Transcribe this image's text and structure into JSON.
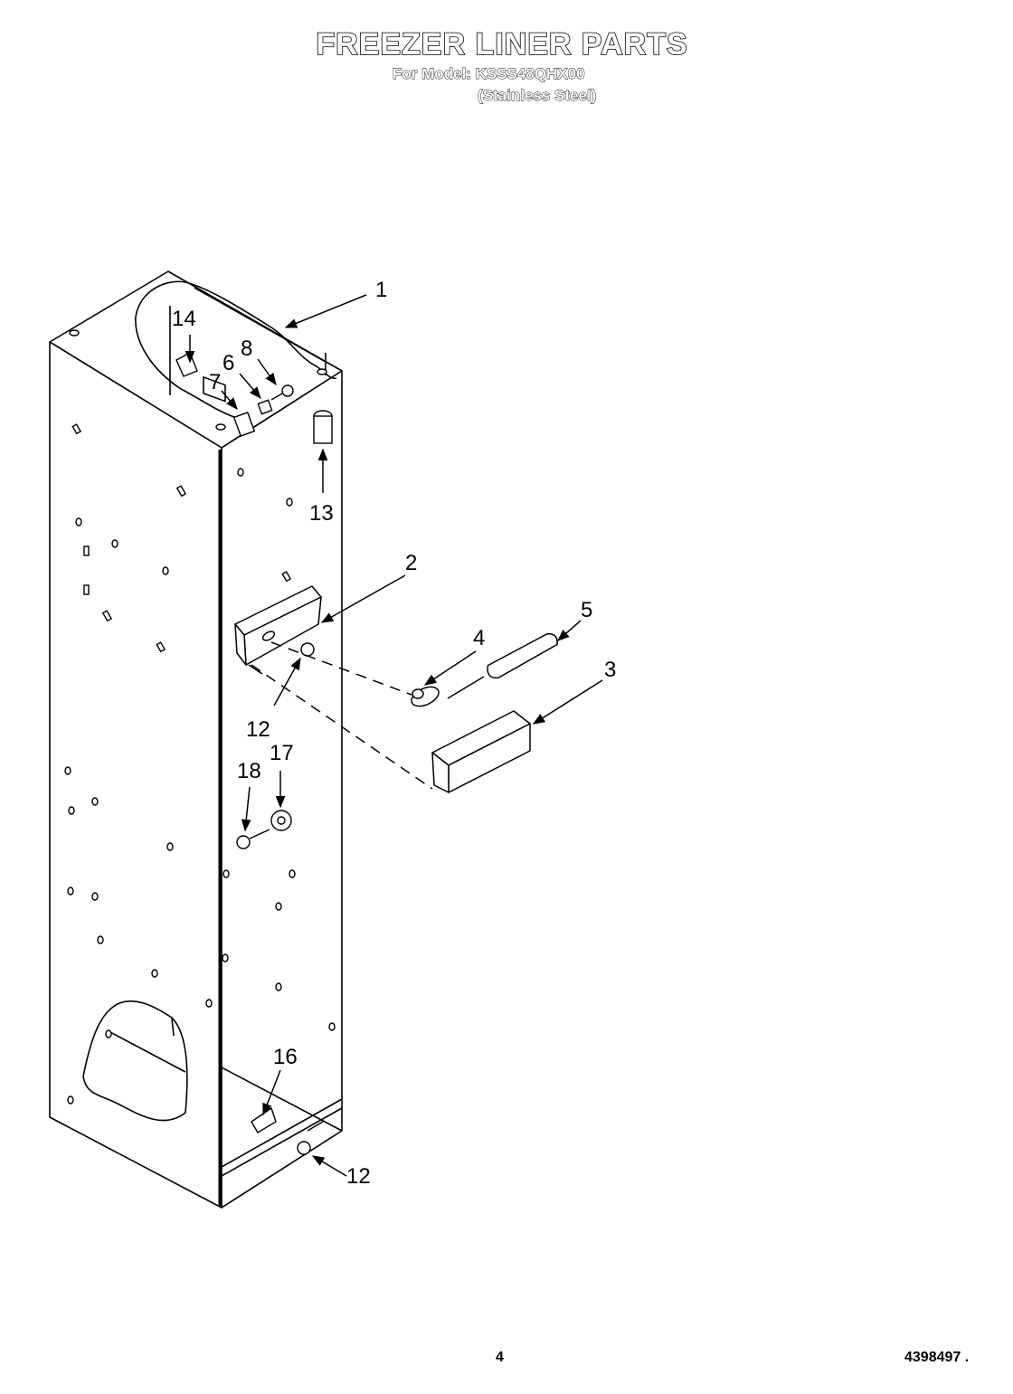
{
  "header": {
    "title": "FREEZER LINER PARTS",
    "model_line": "For Model: KSSS48QHX00",
    "finish_line": "(Stainless Steel)"
  },
  "callouts": {
    "c1": "1",
    "c2": "2",
    "c3": "3",
    "c4": "4",
    "c5": "5",
    "c6": "6",
    "c7": "7",
    "c8": "8",
    "c12a": "12",
    "c12b": "12",
    "c13": "13",
    "c14": "14",
    "c16": "16",
    "c17": "17",
    "c18": "18"
  },
  "footer": {
    "page_number": "4",
    "document_number": "4398497 ."
  }
}
